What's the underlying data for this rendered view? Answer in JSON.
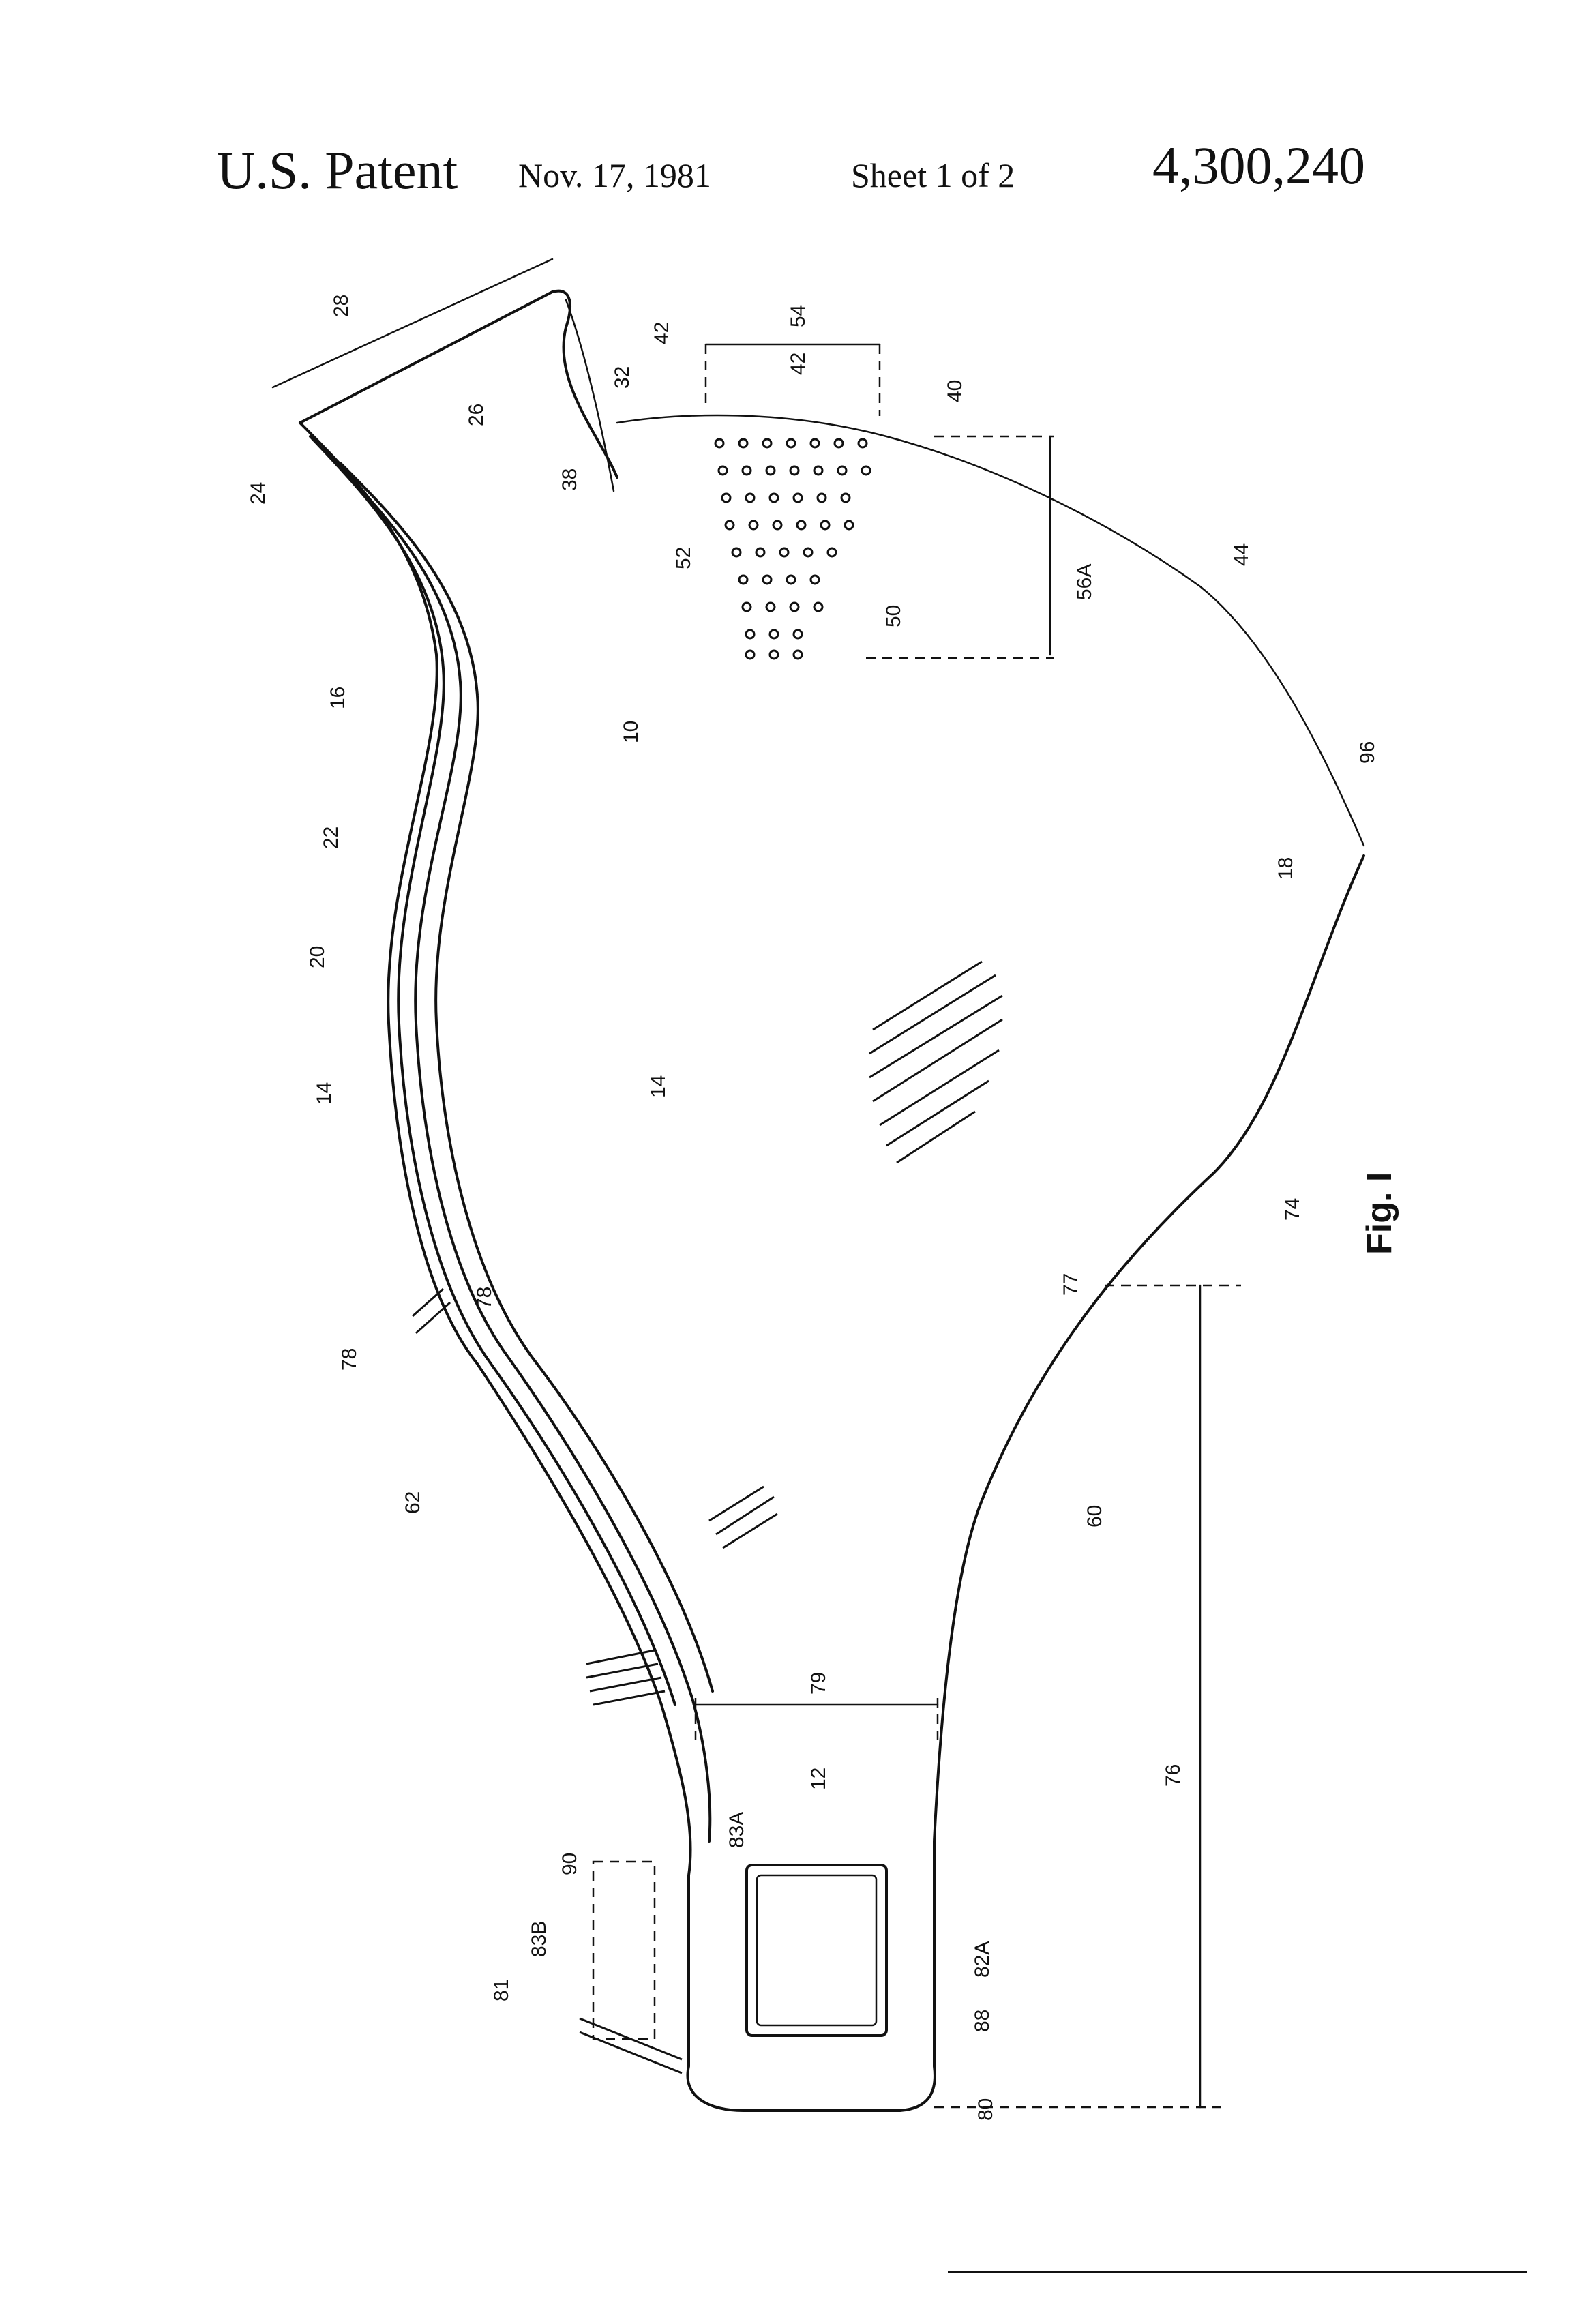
{
  "header": {
    "title": "U.S. Patent",
    "date": "Nov. 17, 1981",
    "sheet": "Sheet 1 of 2",
    "patent_number": "4,300,240"
  },
  "figure": {
    "label": "Fig. I",
    "refs": {
      "r10": "10",
      "r12": "12",
      "r14a": "14",
      "r14b": "14",
      "r16": "16",
      "r18": "18",
      "r20": "20",
      "r22": "22",
      "r24": "24",
      "r26": "26",
      "r28": "28",
      "r32": "32",
      "r38": "38",
      "r40": "40",
      "r42a": "42",
      "r42b": "42",
      "r44": "44",
      "r50": "50",
      "r52": "52",
      "r54": "54",
      "r56a": "56A",
      "r60": "60",
      "r62": "62",
      "r74": "74",
      "r76": "76",
      "r77": "77",
      "r78a": "78",
      "r78b": "78",
      "r79": "79",
      "r80": "80",
      "r81": "81",
      "r82a": "82A",
      "r83a": "83A",
      "r83b": "83B",
      "r88": "88",
      "r90": "90",
      "r96": "96"
    }
  }
}
